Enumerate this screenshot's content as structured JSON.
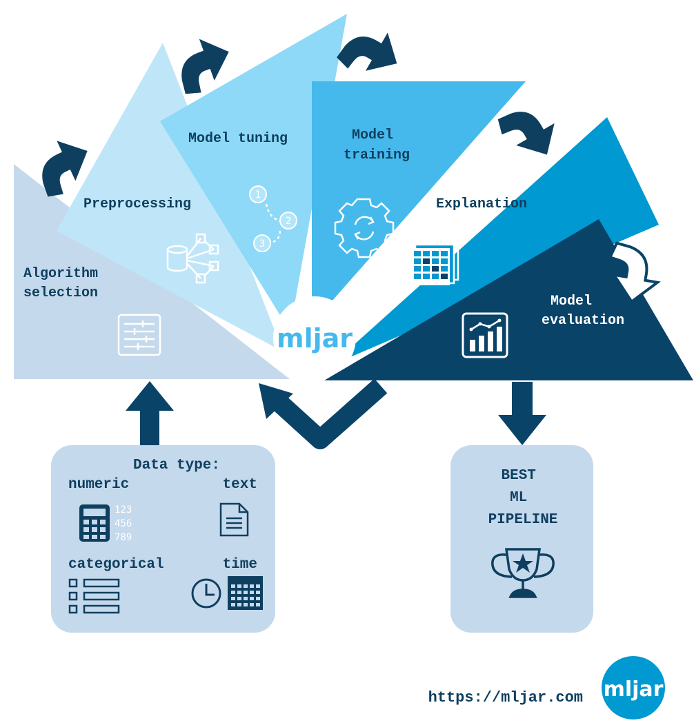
{
  "stages": [
    {
      "id": "algorithm",
      "lines": [
        "Algorithm",
        "selection"
      ],
      "icon": "sliders-icon",
      "color": "#c5d9ec"
    },
    {
      "id": "preprocessing",
      "lines": [
        "Preprocessing"
      ],
      "icon": "database-network-icon",
      "color": "#bfe6f8"
    },
    {
      "id": "tuning",
      "lines": [
        "Model tuning"
      ],
      "icon": "numbered-path-icon",
      "color": "#8dd9f7"
    },
    {
      "id": "training",
      "lines": [
        "Model",
        "training"
      ],
      "icon": "gear-refresh-icon",
      "color": "#45b9ec"
    },
    {
      "id": "explanation",
      "lines": [
        "Explanation"
      ],
      "icon": "grid-documents-icon",
      "color": "#0199d1"
    },
    {
      "id": "evaluation",
      "lines": [
        "Model",
        "evaluation"
      ],
      "icon": "bar-chart-icon",
      "color": "#0a4368"
    }
  ],
  "tuning_steps": [
    "1",
    "2",
    "3"
  ],
  "data_types": {
    "title": "Data type:",
    "numeric": "numeric",
    "numeric_digits": [
      "123",
      "456",
      "789"
    ],
    "text": "text",
    "categorical": "categorical",
    "time": "time"
  },
  "result": {
    "lines": [
      "BEST",
      "ML",
      "PIPELINE"
    ],
    "icon": "trophy-icon"
  },
  "center_logo": "mljar",
  "footer": {
    "url": "https://mljar.com",
    "logo": "mljar"
  },
  "colors": {
    "dark_navy": "#0a4368",
    "label_text": "#0f3f5f",
    "box_fill": "#c5d9ec"
  }
}
